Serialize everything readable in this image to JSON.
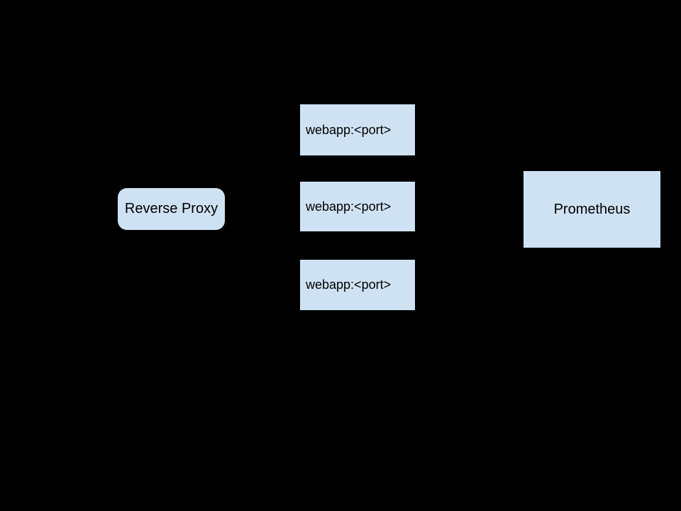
{
  "canvas": {
    "background_color": "#000000",
    "node_fill_color": "#cfe2f3",
    "node_text_color": "#000000"
  },
  "diagram": {
    "reverse_proxy": {
      "label": "Reverse Proxy"
    },
    "webapps": [
      {
        "label": "webapp:<port>"
      },
      {
        "label": "webapp:<port>"
      },
      {
        "label": "webapp:<port>"
      }
    ],
    "prometheus": {
      "label": "Prometheus"
    }
  }
}
